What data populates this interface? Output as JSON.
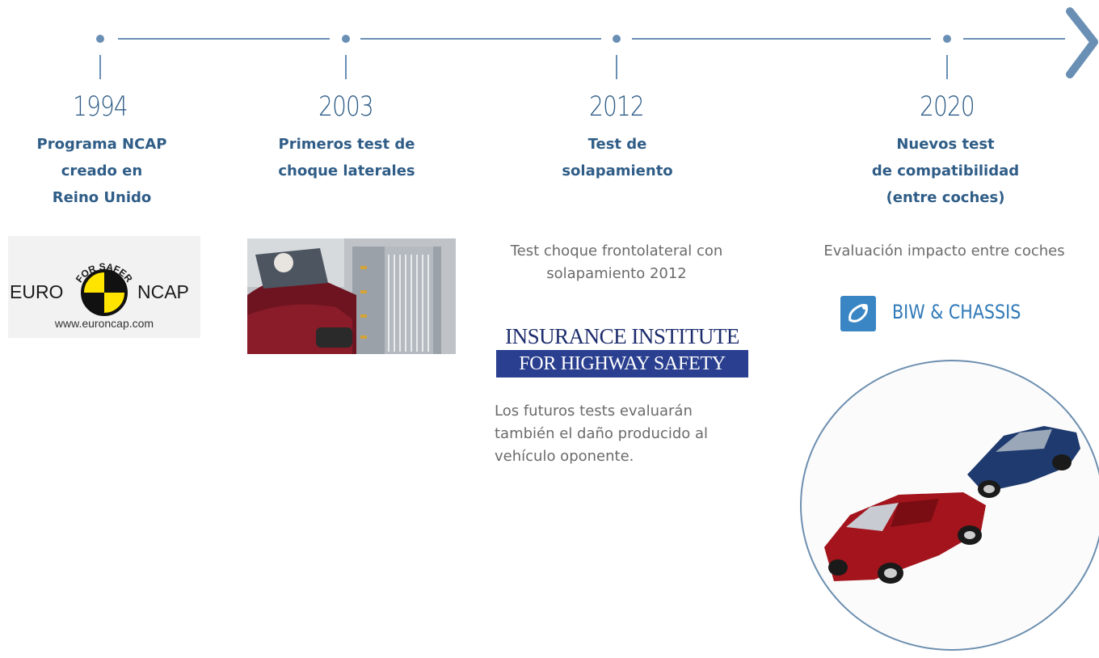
{
  "colors": {
    "timeline": "#6a8fb5",
    "accent": "#2f5d87",
    "text_muted": "#6b6b6b"
  },
  "timeline": {
    "arrow_icon": "chevron-right-icon",
    "milestones": [
      {
        "year": "1994",
        "event": [
          "Programa NCAP",
          "creado en",
          "Reino Unido"
        ]
      },
      {
        "year": "2003",
        "event": [
          "Primeros test de",
          "choque laterales"
        ]
      },
      {
        "year": "2012",
        "event": [
          "Test de",
          "solapamiento"
        ]
      },
      {
        "year": "2020",
        "event": [
          "Nuevos test",
          "de compatibilidad",
          "(entre coches)"
        ]
      }
    ]
  },
  "euroncap": {
    "for_safer_cars": "FOR SAFER CARS",
    "euro": "EURO",
    "ncap": "NCAP",
    "url": "www.euroncap.com"
  },
  "col2012": {
    "desc1": [
      "Test choque frontolateral con",
      "solapamiento 2012"
    ],
    "iihs_line1": "INSURANCE INSTITUTE",
    "iihs_line2": "FOR HIGHWAY SAFETY",
    "desc2": [
      "Los futuros tests evaluarán",
      "también el daño producido al",
      "vehículo oponente."
    ]
  },
  "col2020": {
    "desc": "Evaluación impacto entre coches",
    "badge": "BIW & CHASSIS"
  }
}
